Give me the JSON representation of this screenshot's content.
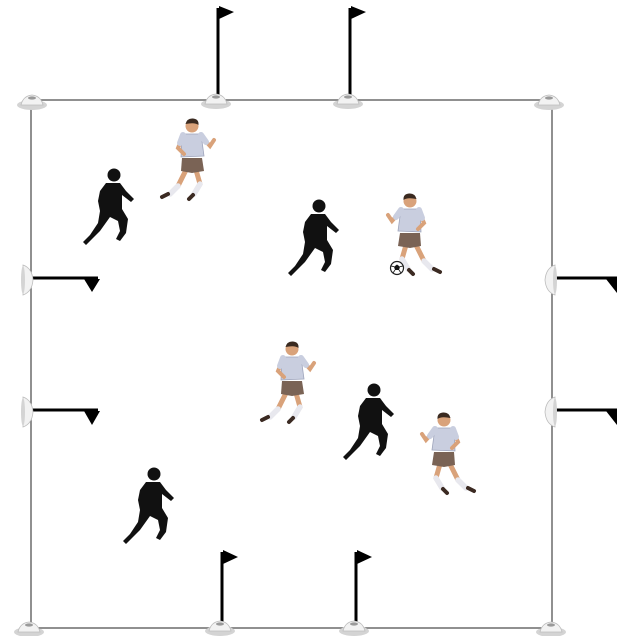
{
  "diagram": {
    "kind": "soccer-drill",
    "colors": {
      "background": "#ffffff",
      "boundary": "#555555",
      "flag": "#000000",
      "defender": "#111111",
      "attacker_shirt": "#c9cedf",
      "attacker_shorts": "#7a6355",
      "attacker_skin": "#d9a27a",
      "attacker_hair": "#3a2a20",
      "socks": "#e8e8ee",
      "cone": "#e4e4e4"
    },
    "icons": {
      "cone": "marker-cone-icon",
      "flag": "corner-flag-icon",
      "attacker": "attacking-player-icon",
      "defender": "defending-player-silhouette-icon",
      "ball": "soccer-ball-icon"
    },
    "counts": {
      "attackers": 4,
      "defenders": 4,
      "balls": 1,
      "flags": 8,
      "cones": 12
    }
  }
}
